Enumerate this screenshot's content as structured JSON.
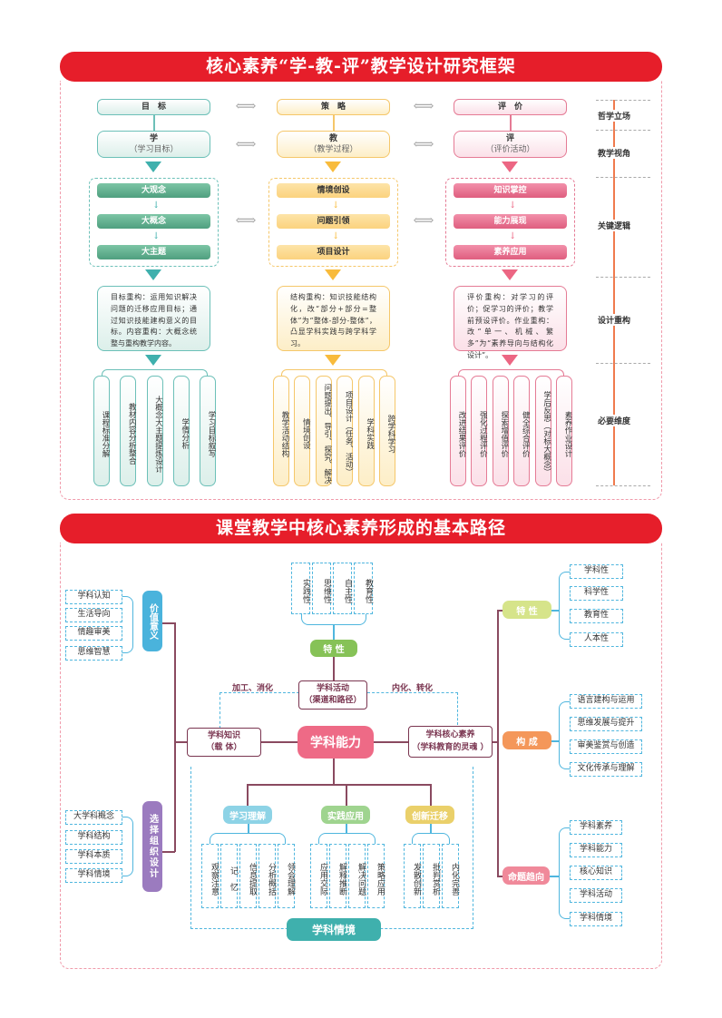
{
  "section1": {
    "title": "核心素养“学-教-评”教学设计研究框架",
    "columns": [
      {
        "head": "目　标",
        "main": "学",
        "main_sub": "（学习目标）",
        "logic": [
          "大观念",
          "大概念",
          "大主题"
        ],
        "text": "目标重构：运用知识解决问题的迁移应用目标；通过知识技能建构意义的目标。内容重构：大概念统整与重构教学内容。",
        "dims": [
          "课程标准分解",
          "教材内容分析整合",
          "大概念大主题提炼设计",
          "学情分析",
          "学习目标叙写"
        ]
      },
      {
        "head": "策　略",
        "main": "教",
        "main_sub": "（教学过程）",
        "logic": [
          "情境创设",
          "问题引领",
          "项目设计"
        ],
        "text": "结构重构：知识技能结构化，改“部分+部分=整体”为“整体-部分-整体”，凸显学科实践与跨学科学习。",
        "dims": [
          "教学活动结构",
          "情境创设",
          "问题提出、导引、探究、解决",
          "项目设计（任务、活动）",
          "学科实践",
          "跨学科学习"
        ]
      },
      {
        "head": "评　价",
        "main": "评",
        "main_sub": "（评价活动）",
        "logic": [
          "知识掌控",
          "能力展现",
          "素养应用"
        ],
        "text": "评价重构：对学习的评价；促学习的评价；教学前预设评价。作业重构：改“单一、机械、繁多”为“素养导向与结构化设计”。",
        "dims": [
          "改进结果评价",
          "强化过程评价",
          "探索增值评价",
          "健全综合评价",
          "学后反思（对标大概念）",
          "素养作业设计"
        ]
      }
    ],
    "levels": [
      "哲学立场",
      "教学视角",
      "关键逻辑",
      "设计重构",
      "必要维度"
    ]
  },
  "section2": {
    "title": "课堂教学中核心素养形成的基本路径",
    "value": {
      "label": "价值意义",
      "items": [
        "学科认知",
        "生活导向",
        "情趣审美",
        "思维智慧"
      ]
    },
    "design": {
      "label": "选择组织设计",
      "items": [
        "大学科概念",
        "学科结构",
        "学科本质",
        "学科情境"
      ]
    },
    "activity_traits": {
      "label": "特 性",
      "items": [
        "实践性",
        "思维性",
        "自主性",
        "教育性"
      ]
    },
    "activity": {
      "line1": "学科活动",
      "line2": "（渠道和路径）"
    },
    "knowledge": {
      "line1": "学科知识",
      "line2": "（载 体）"
    },
    "ability": "学科能力",
    "literacy": {
      "line1": "学科核心素养",
      "line2": "（学科教育的灵魂 ）"
    },
    "edge_left": "加工、消化",
    "edge_right": "内化、转化",
    "right": [
      {
        "label": "特 性",
        "items": [
          "学科性",
          "科学性",
          "教育性",
          "人本性"
        ],
        "color": "#d6e48a"
      },
      {
        "label": "构 成",
        "items": [
          "语言建构与运用",
          "思维发展与提升",
          "审美鉴赏与创造",
          "文化传承与理解"
        ],
        "color": "#f4975a"
      },
      {
        "label": "命题趋向",
        "items": [
          "学科素养",
          "学科能力",
          "核心知识",
          "学科活动",
          "学科情境"
        ],
        "color": "#f0899a"
      }
    ],
    "abilities": [
      {
        "label": "学习理解",
        "items": [
          "观察注意",
          "记　忆",
          "信息提取",
          "分析概括",
          "领会理解"
        ],
        "color": "#8dd3e6"
      },
      {
        "label": "实践应用",
        "items": [
          "应用交际",
          "解释推断",
          "解决问题",
          "策略应用"
        ],
        "color": "#9fd48f"
      },
      {
        "label": "创新迁移",
        "items": [
          "发散创新",
          "批判赏析",
          "内化完善"
        ],
        "color": "#ead06a"
      }
    ],
    "context": "学科情境"
  }
}
